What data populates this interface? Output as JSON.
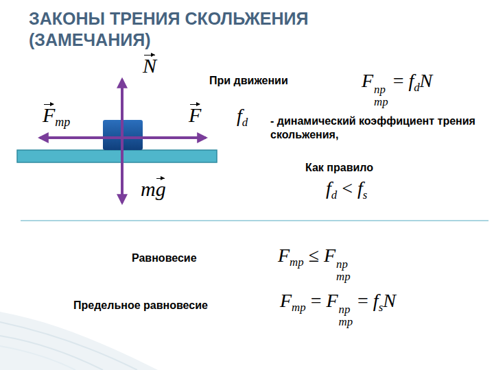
{
  "diagram": {
    "title": "ЗАКОНЫ ТРЕНИЯ СКОЛЬЖЕНИЯ (ЗАМЕЧАНИЯ)",
    "labels": [
      "При движении",
      "F",
      "тр",
      "пр",
      "=",
      "f",
      "d",
      "N",
      "f",
      "d",
      "- динамический коэффициент трения скольжения,",
      "Как правило",
      "f",
      "d",
      "<",
      "f",
      "s",
      "Равновесие",
      "F",
      "тр",
      "≤",
      "F",
      "тр",
      "пр",
      "Предельное равновесие",
      "F",
      "тр",
      "=",
      "F",
      "тр",
      "пр",
      "=",
      "f",
      "s",
      "N",
      "N",
      "F",
      "тр",
      "F",
      "m",
      "g"
    ]
  }
}
